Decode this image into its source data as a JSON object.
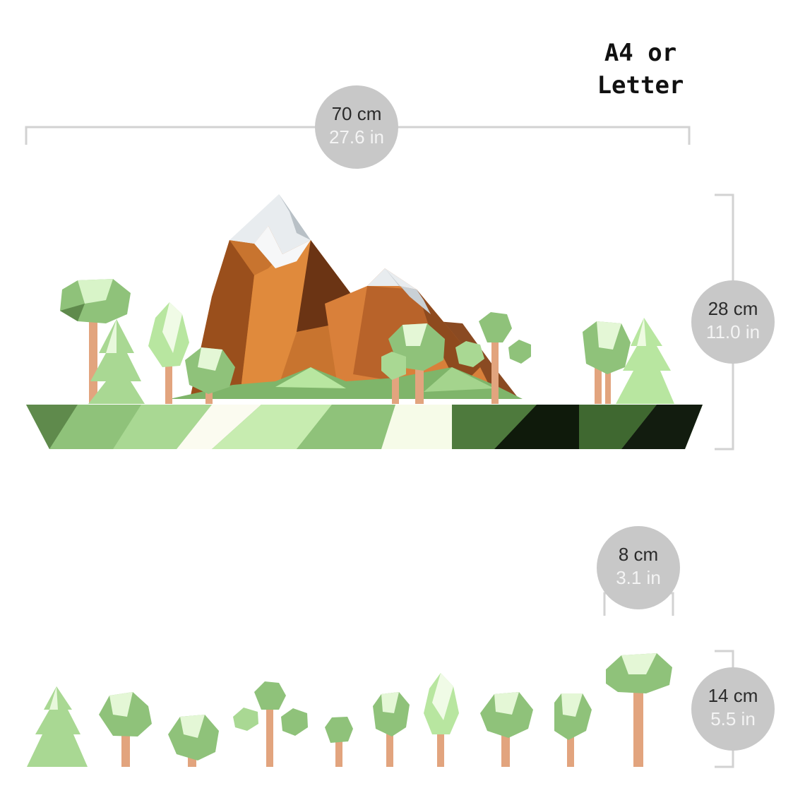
{
  "paper_label": {
    "line1": "A4 or",
    "line2": "Letter"
  },
  "dimensions": {
    "width_main": {
      "cm": "70 cm",
      "in": "27.6 in"
    },
    "height_main": {
      "cm": "28 cm",
      "in": "11.0 in"
    },
    "width_tree": {
      "cm": "8 cm",
      "in": "3.1 in"
    },
    "height_tree": {
      "cm": "14 cm",
      "in": "5.5 in"
    }
  },
  "colors": {
    "ruler": "#d2d2d2",
    "badge": "#c8c8c8",
    "leaf_light": "#b8e6a0",
    "leaf_mid": "#8fc27a",
    "leaf_dark": "#5f8a4c",
    "trunk": "#e2a47e",
    "mountain": "#c8742f",
    "snow": "#e8ecef"
  },
  "icons": [
    "low-poly-mountain-scene",
    "pine-tree-icon",
    "round-tree-icon",
    "branch-tree-icon",
    "tall-tree-icon"
  ]
}
